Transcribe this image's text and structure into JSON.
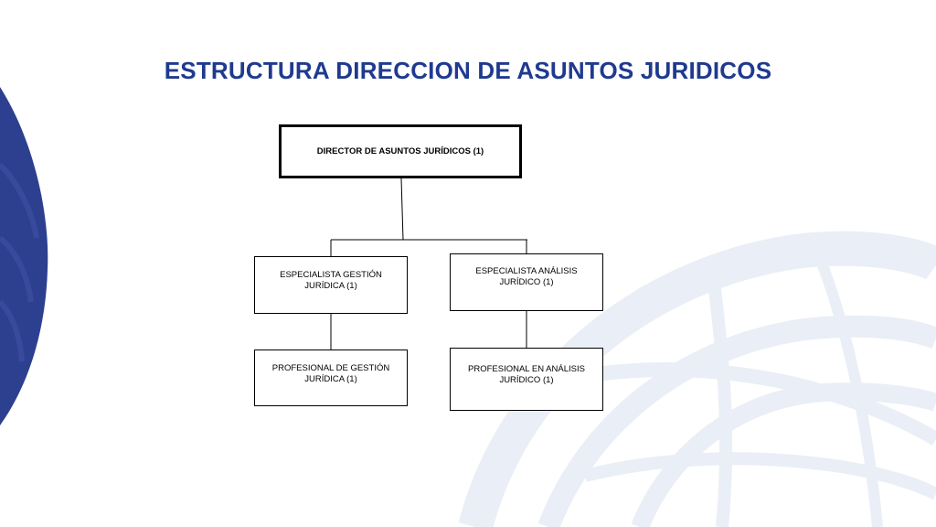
{
  "title": "ESTRUCTURA DIRECCION DE ASUNTOS JURIDICOS",
  "colors": {
    "title": "#1f3a8f",
    "accent_dark": "#2d3f8f",
    "decor_light": "#e8edf5"
  },
  "nodes": {
    "director": "DIRECTOR  DE ASUNTOS JURÍDICOS (1)",
    "especialista_gestion": "ESPECIALISTA GESTIÓN JURÍDICA (1)",
    "especialista_analisis": "ESPECIALISTA ANÁLISIS JURÍDICO (1)",
    "profesional_gestion": "PROFESIONAL DE GESTIÓN JURÍDICA (1)",
    "profesional_analisis": "PROFESIONAL EN ANÁLISIS JURÍDICO (1)"
  }
}
